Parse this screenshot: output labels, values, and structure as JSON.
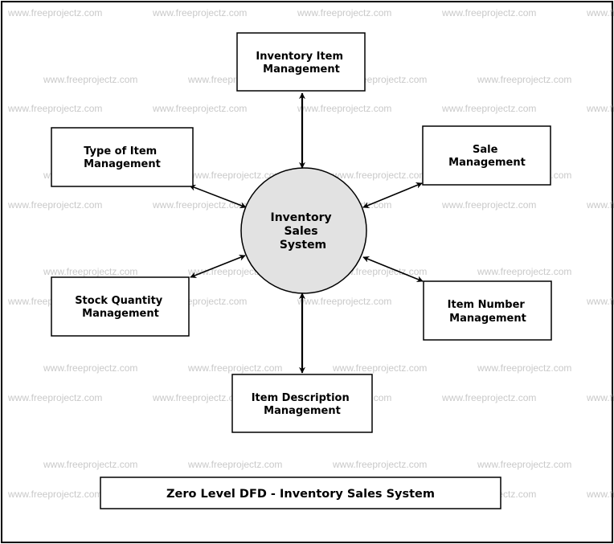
{
  "watermark": "www.freeprojectz.com",
  "center": {
    "lines": [
      "Inventory",
      "Sales",
      "System"
    ]
  },
  "entities": [
    {
      "id": "inventory-item-management",
      "lines": [
        "Inventory Item",
        "Management"
      ]
    },
    {
      "id": "type-of-item-management",
      "lines": [
        "Type of Item",
        "Management"
      ]
    },
    {
      "id": "sale-management",
      "lines": [
        "Sale",
        "Management"
      ]
    },
    {
      "id": "stock-quantity-management",
      "lines": [
        "Stock Quantity",
        "Management"
      ]
    },
    {
      "id": "item-number-management",
      "lines": [
        "Item Number",
        "Management"
      ]
    },
    {
      "id": "item-description-management",
      "lines": [
        "Item Description",
        "Management"
      ]
    }
  ],
  "title": "Zero Level DFD - Inventory Sales System",
  "colors": {
    "center_fill": "#e2e2e2",
    "stroke": "#000000",
    "watermark": "#c9c9c9"
  }
}
